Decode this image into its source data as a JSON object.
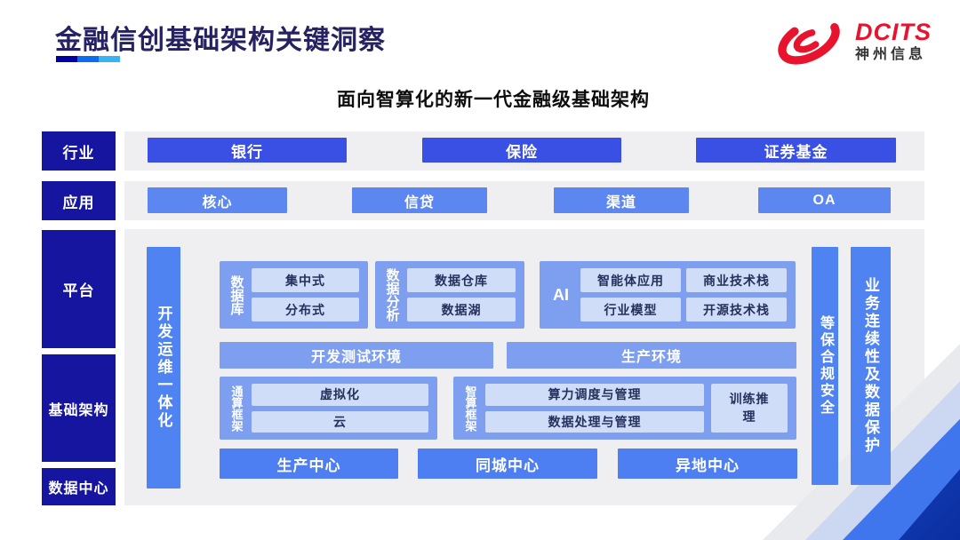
{
  "header": {
    "title": "金融信创基础架构关键洞察",
    "logo": {
      "brand": "DCITS",
      "company": "神州信息"
    }
  },
  "subtitle": "面向智算化的新一代金融级基础架构",
  "row_labels": {
    "industry": "行业",
    "application": "应用",
    "platform": "平台",
    "infrastructure": "基础架构",
    "datacenter": "数据中心"
  },
  "industry_items": [
    "银行",
    "保险",
    "证券基金"
  ],
  "application_items": [
    "核心",
    "信贷",
    "渠道",
    "OA"
  ],
  "devops_bar": "开发运维一体化",
  "security_bar": "等保合规安全",
  "continuity_bar": "业务连续性及数据保护",
  "platform_section": {
    "database": {
      "label": "数据库",
      "items": [
        "集中式",
        "分布式"
      ]
    },
    "analytics": {
      "label": "数据分析",
      "items": [
        "数据仓库",
        "数据湖"
      ]
    },
    "ai": {
      "label": "AI",
      "items": [
        "智能体应用",
        "商业技术栈",
        "行业模型",
        "开源技术栈"
      ]
    },
    "environments": [
      "开发测试环境",
      "生产环境"
    ]
  },
  "infra_section": {
    "general": {
      "label": "通算框架",
      "items": [
        "虚拟化",
        "云"
      ]
    },
    "intelligent": {
      "label": "智算框架",
      "items": [
        "算力调度与管理",
        "数据处理与管理"
      ],
      "side_box": "训练推理"
    }
  },
  "datacenter_items": [
    "生产中心",
    "同城中心",
    "异地中心"
  ],
  "colors": {
    "title_navy": "#262262",
    "logo_red": "#e8132d",
    "label_navy": "#1515a0",
    "industry_blue": "#3a4fe4",
    "application_blue": "#5c86f0",
    "container_blue": "#7e9ef0",
    "inner_light_blue": "#cfddf9",
    "side_bar_blue": "#4f83f2",
    "center_blue": "#4d7ef2",
    "band_gray": "#efeff2",
    "underline_segments": [
      "#0000a0",
      "#0b6cf0",
      "#38b5f0"
    ]
  }
}
